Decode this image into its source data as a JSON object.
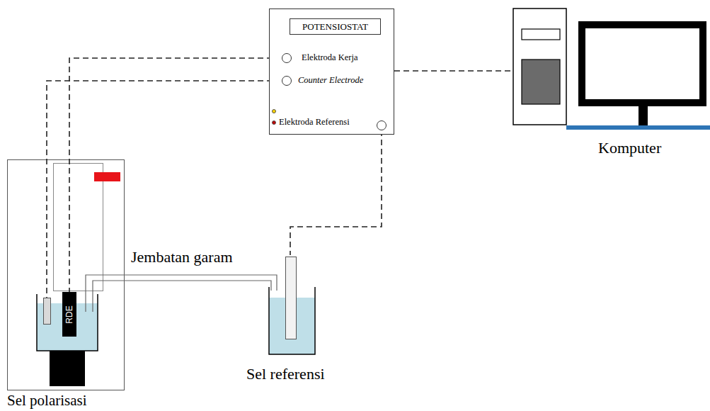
{
  "diagram": {
    "nodes": [
      {
        "text": [
          "POTENSIOSTAT",
          "Elektroda Kerja",
          "Counter Electrode",
          "Elektroda Referensi"
        ]
      },
      {
        "text": [
          "Komputer"
        ]
      },
      {
        "text": [
          "Sel polarisasi"
        ]
      },
      {
        "text": [
          "RDE"
        ],
        "in": 2
      },
      {
        "text": [
          "Sel referensi"
        ]
      }
    ],
    "edges": [
      {
        "from": 0,
        "to": 3,
        "arrow": "none"
      },
      {
        "from": 0,
        "to": 2,
        "arrow": "none"
      },
      {
        "from": 0,
        "to": 4,
        "arrow": "none"
      },
      {
        "from": 0,
        "to": 1,
        "arrow": "none"
      }
    ],
    "labels": [
      "Jembatan garam"
    ]
  }
}
